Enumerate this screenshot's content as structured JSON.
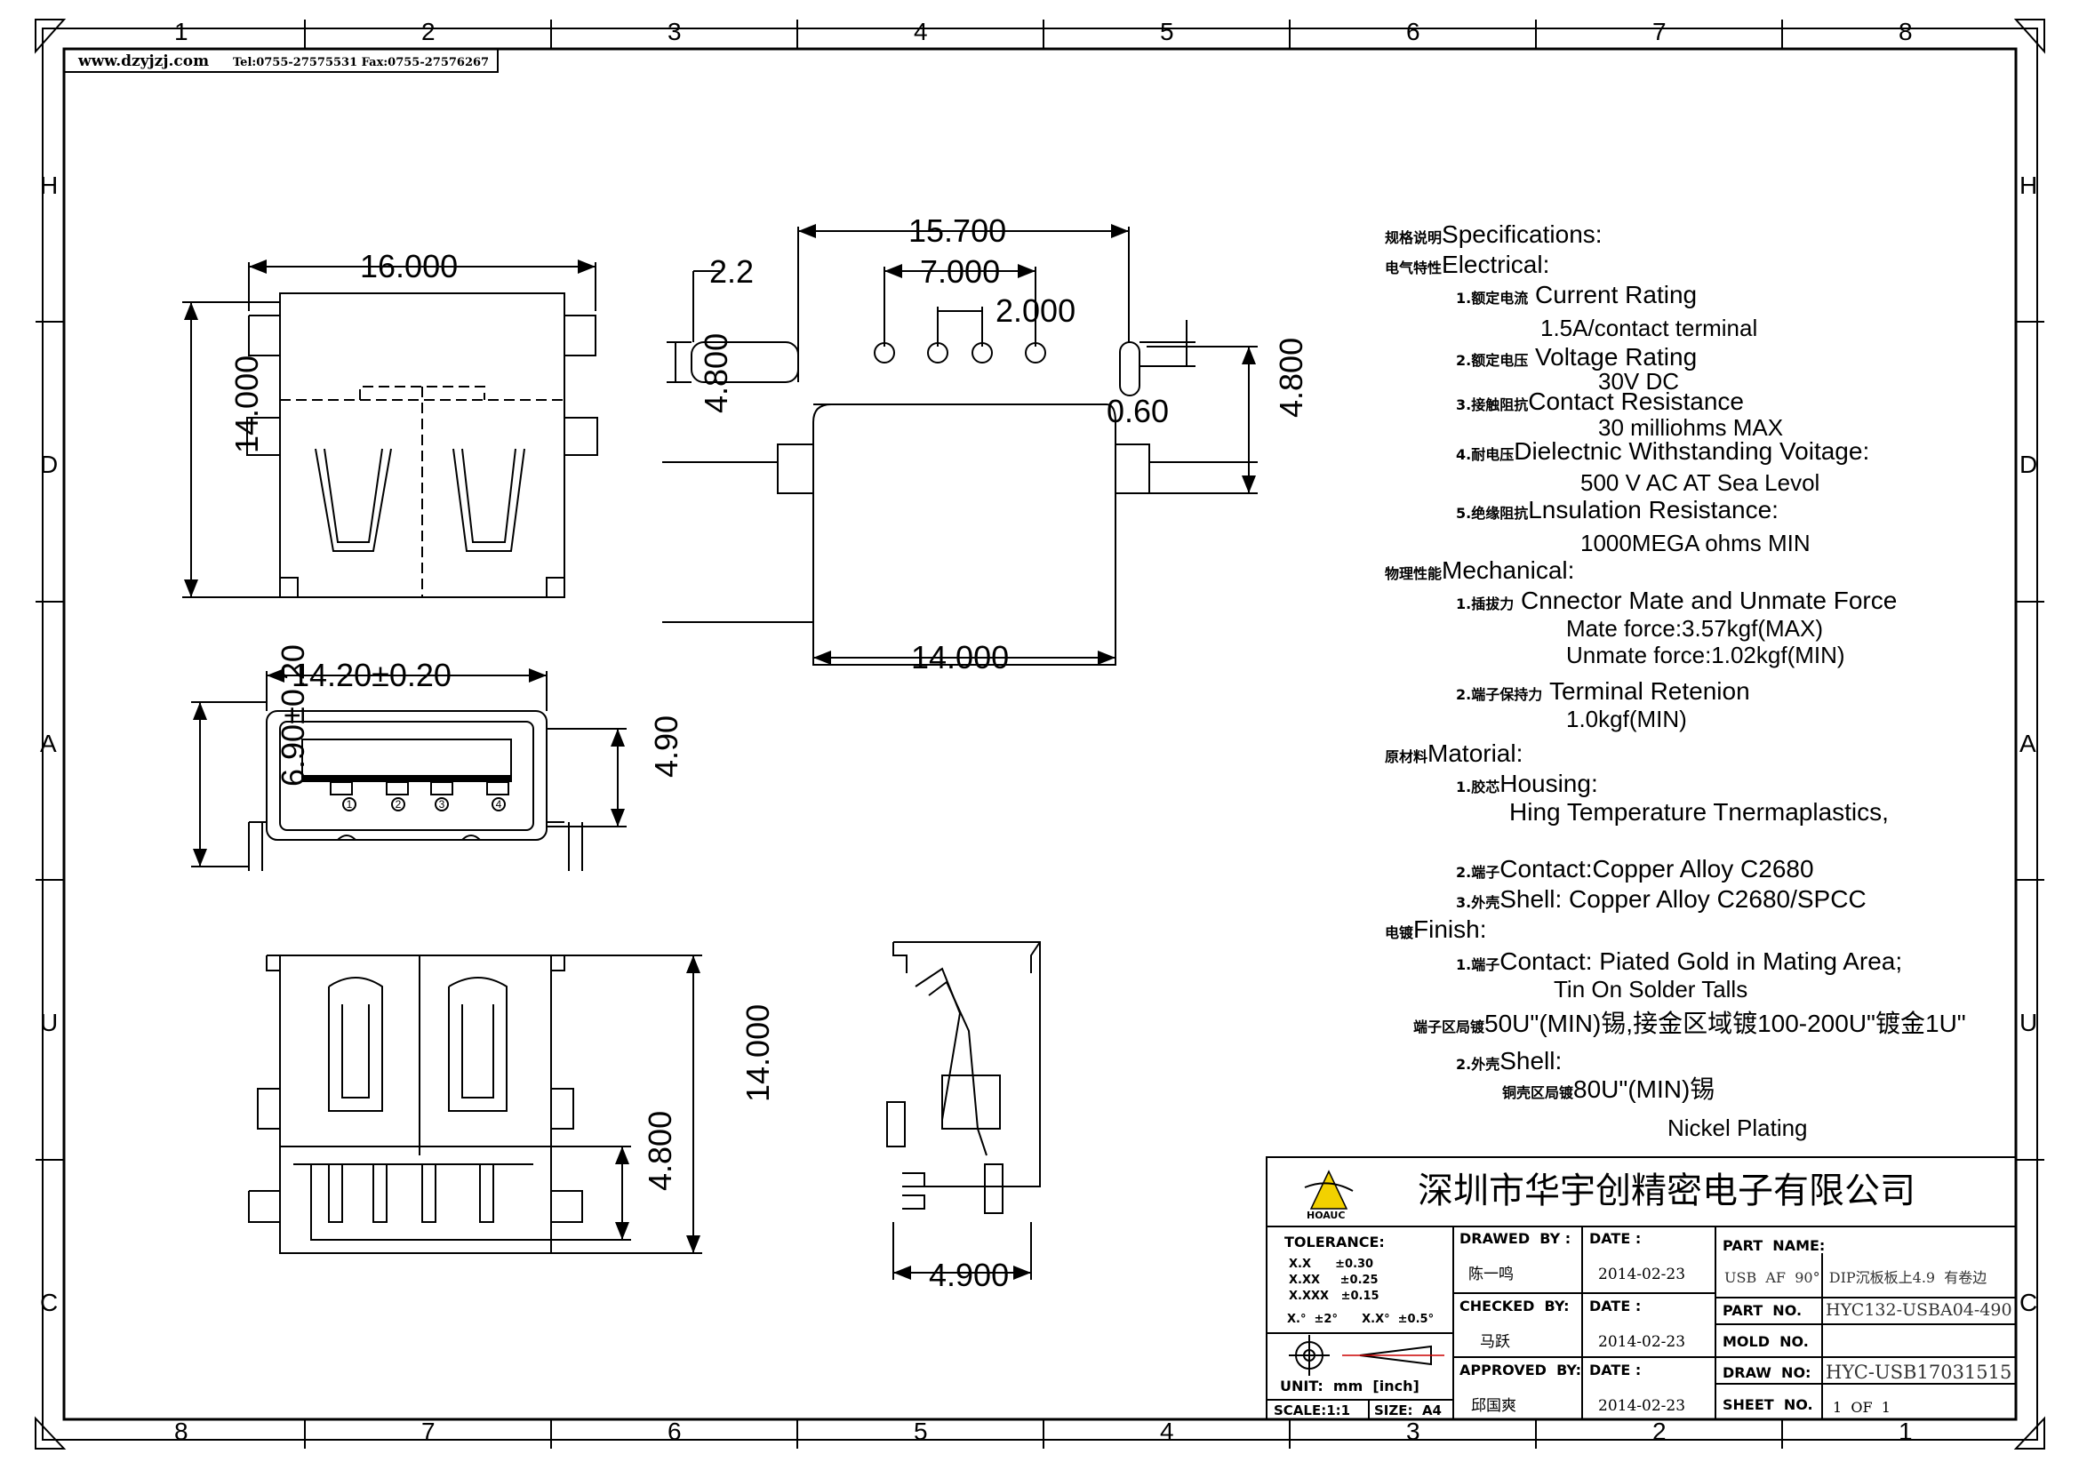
{
  "header": {
    "website": "www.dzyjzj.com",
    "contact": "Tel:0755-27575531  Fax:0755-27576267"
  },
  "grid": {
    "top_numbers": [
      "1",
      "2",
      "3",
      "4",
      "5",
      "6",
      "7",
      "8"
    ],
    "bottom_numbers": [
      "8",
      "7",
      "6",
      "5",
      "4",
      "3",
      "2",
      "1"
    ],
    "left_letters": [
      "H",
      "D",
      "A",
      "U",
      "C"
    ],
    "right_letters": [
      "H",
      "D",
      "A",
      "U",
      "C"
    ]
  },
  "dims": {
    "front_width": "16.000",
    "front_height": "14.000",
    "face_width": "14.20±0.20",
    "face_height": "6.90±0.20",
    "port_height": "4.90",
    "bottom_height": "14.000",
    "bottom_pin": "4.800",
    "pin_span": "15.700",
    "pin_pitch_a": "7.000",
    "pin_pitch_b": "2.000",
    "slot_w": "2.2",
    "slot_h": "4.800",
    "slot_r": "0.60",
    "slot_h2": "4.800",
    "body_width": "14.000",
    "side_width": "4.900"
  },
  "pins": [
    "1",
    "2",
    "3",
    "4"
  ],
  "specs": [
    {
      "zh": "规格说明",
      "en": "Specifications:"
    },
    {
      "zh": "电气特性",
      "en": "Electrical:"
    },
    {
      "zh": "1.额定电流",
      "en": "Current  Rating"
    },
    {
      "zh": "",
      "en": "1.5A/contact  terminal"
    },
    {
      "zh": "2.额定电压",
      "en": "Voltage  Rating"
    },
    {
      "zh": "",
      "en": "30V  DC"
    },
    {
      "zh": "3.接触阻抗",
      "en": "Contact  Resistance"
    },
    {
      "zh": "",
      "en": "30  milliohms  MAX"
    },
    {
      "zh": "4.耐电压",
      "en": "Dielectnic  Withstanding  Voitage:"
    },
    {
      "zh": "",
      "en": "500  V  AC  AT  Sea  Levol"
    },
    {
      "zh": "5.绝缘阻抗",
      "en": "Lnsulation  Resistance:"
    },
    {
      "zh": "",
      "en": "1000MEGA  ohms  MIN"
    },
    {
      "zh": "物理性能",
      "en": "Mechanical:"
    },
    {
      "zh": "1.插拔力",
      "en": "Cnnector  Mate  and  Unmate  Force"
    },
    {
      "zh": "",
      "en": "Mate  force:3.57kgf(MAX)"
    },
    {
      "zh": "",
      "en": "Unmate  force:1.02kgf(MIN)"
    },
    {
      "zh": "2.端子保持力",
      "en": "Terminal  Retenion"
    },
    {
      "zh": "",
      "en": "1.0kgf(MIN)"
    },
    {
      "zh": "原材料",
      "en": "Matorial:"
    },
    {
      "zh": "1.胶芯",
      "en": "Housing:"
    },
    {
      "zh": "",
      "en": "Hing  Temperature     Tnermaplastics,"
    },
    {
      "zh": "2.端子",
      "en": "Contact:Copper  Alloy  C2680"
    },
    {
      "zh": "3.外壳",
      "en": "Shell:  Copper  Alloy  C2680/SPCC"
    },
    {
      "zh": "电镀",
      "en": "Finish:"
    },
    {
      "zh": "1.端子",
      "en": "Contact:  Piated  Gold  in  Mating  Area;"
    },
    {
      "zh": "",
      "en": "Tin  On  Solder  Talls"
    },
    {
      "zh": "端子区局镀",
      "en": "50U\"(MIN)锡,接金区域镀100-200U\"镀金1U\""
    },
    {
      "zh": "2.外壳",
      "en": "Shell:"
    },
    {
      "zh": "铜壳区局镀",
      "en": "80U\"(MIN)锡"
    },
    {
      "zh": "",
      "en": "Nickel  Plating"
    }
  ],
  "titleblock": {
    "company": "深圳市华宇创精密电子有限公司",
    "logo_text": "HOAUC",
    "tolerance_label": "TOLERANCE:",
    "tol_xx": "X.X      ±0.30",
    "tol_xxx": "X.XX     ±0.25",
    "tol_xxxx": "X.XXX   ±0.15",
    "tol_angle": "X.°  ±2°      X.X°  ±0.5°",
    "unit": "UNIT:  mm  [inch]",
    "scale": "SCALE:1:1",
    "size": "SIZE:  A4",
    "drawn_by_label": "DRAWED  BY :",
    "drawn_by": "陈一鸣",
    "checked_by_label": "CHECKED  BY:",
    "checked_by": "马跃",
    "approved_by_label": "APPROVED  BY:",
    "approved_by": "邱国爽",
    "date_label": "DATE :",
    "date1": "2014-02-23",
    "date2": "2014-02-23",
    "date3": "2014-02-23",
    "part_name_label": "PART  NAME:",
    "part_name": "USB  AF  90°  DIP沉板板上4.9  有卷边",
    "part_no_label": "PART  NO.",
    "part_no": "HYC132-USBA04-490",
    "mold_no_label": "MOLD  NO.",
    "mold_no": "",
    "draw_no_label": "DRAW  NO:",
    "draw_no": "HYC-USB17031515",
    "sheet_no_label": "SHEET  NO.",
    "sheet_no": "1  OF  1"
  }
}
